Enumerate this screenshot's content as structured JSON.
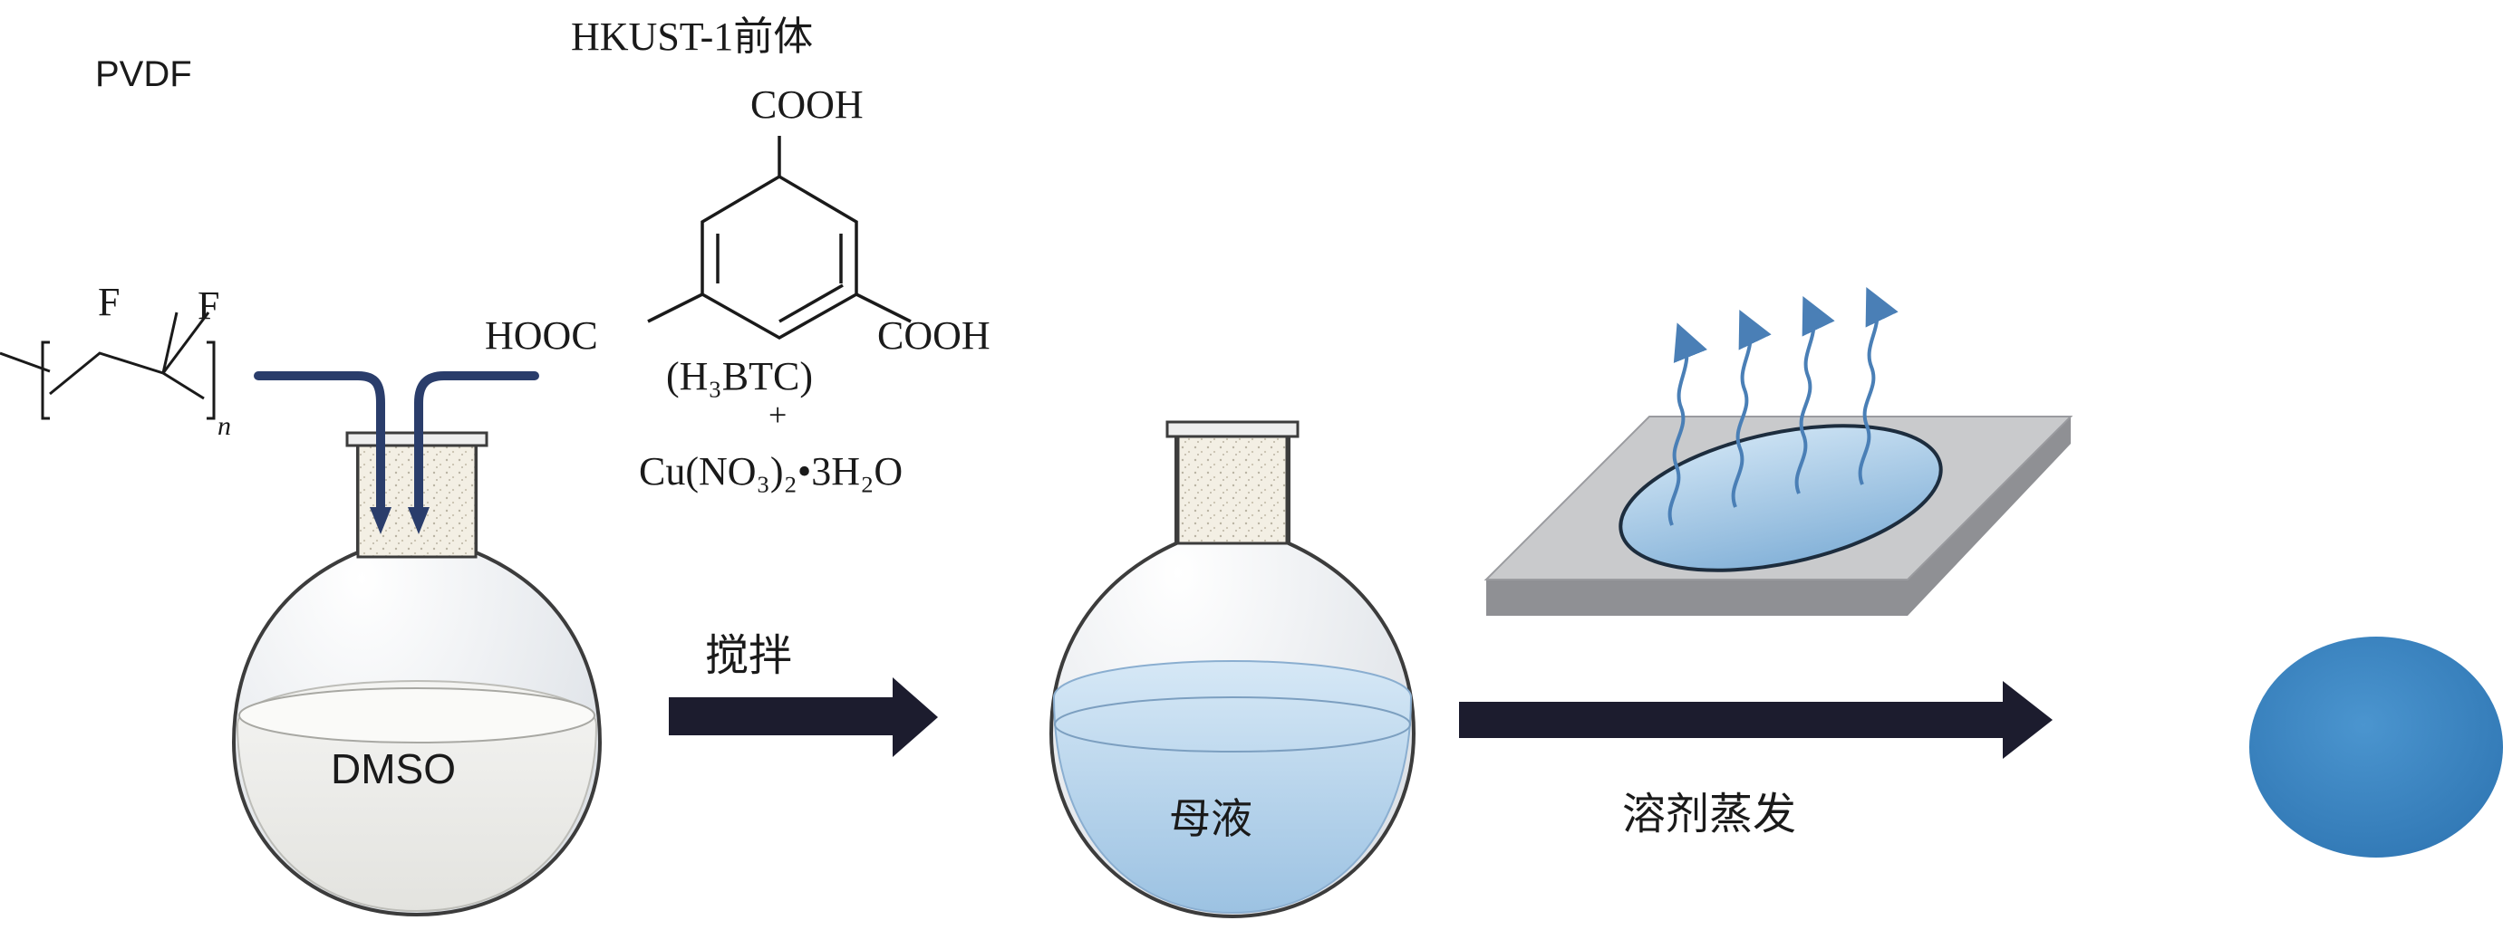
{
  "polymer": {
    "name": "PVDF",
    "substituent_1": "F",
    "substituent_2": "F",
    "repeat_subscript": "n"
  },
  "precursor": {
    "title": "HKUST-1前体",
    "top_group": "COOH",
    "left_group": "HOOC",
    "right_group": "COOH",
    "ligand_name": "(H₃BTC)",
    "plus": "+",
    "salt": "Cu(NO₃)₂•3H₂O"
  },
  "steps": {
    "solvent": "DMSO",
    "stir": "搅拌",
    "mother_liquor": "母液",
    "evaporation": "溶剂蒸发"
  },
  "colors": {
    "arrow": "#1c1c2e",
    "tube": "#2a3d6b",
    "solution": "#a9c9e6",
    "film": "#3a86c2",
    "plate_top": "#c9cacc",
    "plate_side": "#8f9094"
  }
}
